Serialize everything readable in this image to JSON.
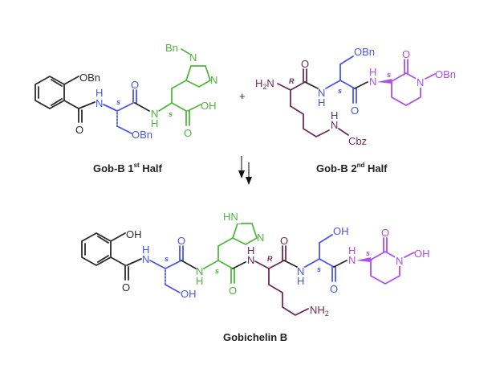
{
  "scheme": {
    "reactants": [
      {
        "name": "Gob-B 1st Half",
        "caption_main": "Gob-B 1",
        "caption_sup": "st",
        "caption_tail": " Half",
        "residues": [
          {
            "name": "2-(benzyloxy)benzoyl",
            "color": "#2b2b2b",
            "labels": [
              "OBn",
              "O"
            ]
          },
          {
            "name": "O-benzyl serine",
            "color": "#4a55e8",
            "labels": [
              "H",
              "N",
              "s",
              "O",
              "OBn"
            ]
          },
          {
            "name": "N-benzyl histidine",
            "color": "#4fb83c",
            "labels": [
              "Bn",
              "N",
              "N",
              "N",
              "H",
              "s",
              "OH",
              "O"
            ]
          }
        ]
      },
      {
        "name": "Gob-B 2nd Half",
        "caption_main": "Gob-B 2",
        "caption_sup": "nd",
        "caption_tail": " Half",
        "residues": [
          {
            "name": "Cbz-protected lysine",
            "color": "#6e2a58",
            "labels": [
              "H2N",
              "R",
              "O",
              "N",
              "H",
              "Cbz"
            ]
          },
          {
            "name": "O-benzyl serine",
            "color": "#4a55e8",
            "labels": [
              "OBn",
              "N",
              "H",
              "s",
              "O"
            ]
          },
          {
            "name": "N-benzyloxy cyclic ornithine",
            "color": "#b04ee8",
            "labels": [
              "H",
              "N",
              "s",
              "O",
              "N",
              "OBn"
            ]
          }
        ]
      }
    ],
    "plus_sign": "+",
    "arrow": "double downward arrows",
    "product": {
      "name": "Gobichelin B",
      "caption": "Gobichelin B",
      "labels": {
        "phenol": "OH",
        "amide_o": "O",
        "ser1_nh": "H",
        "ser1_n": "N",
        "ser1_stereo": "s",
        "ser1_o": "O",
        "ser1_oh": "OH",
        "his_hn": "HN",
        "his_n": "N",
        "his_nh_n": "N",
        "his_nh_h": "H",
        "his_stereo": "s",
        "his_o": "O",
        "lys_nh": "H",
        "lys_n": "N",
        "lys_stereo": "R",
        "lys_o": "O",
        "lys_nh2": "NH2",
        "ser2_n": "N",
        "ser2_h": "H",
        "ser2_stereo": "s",
        "ser2_o": "O",
        "ser2_oh": "OH",
        "orn_h": "H",
        "orn_n": "N",
        "orn_stereo": "s",
        "orn_o": "O",
        "orn_ring_n": "N",
        "orn_oh": "OH"
      }
    },
    "colors": {
      "black": "#2b2b2b",
      "serine_blue": "#4a55e8",
      "histidine_green": "#4fb83c",
      "lysine_maroon": "#6e2a58",
      "ornithine_purple": "#b04ee8"
    }
  }
}
